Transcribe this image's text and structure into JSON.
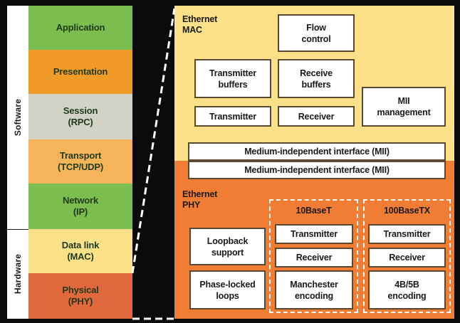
{
  "side_labels": {
    "software": "Software",
    "hardware": "Hardware"
  },
  "layers": [
    {
      "line1": "Application",
      "line2": "",
      "color": "#7cbd4f"
    },
    {
      "line1": "Presentation",
      "line2": "",
      "color": "#f09a28"
    },
    {
      "line1": "Session",
      "line2": "(RPC)",
      "color": "#d2d2c6"
    },
    {
      "line1": "Transport",
      "line2": "(TCP/UDP)",
      "color": "#f6b45a"
    },
    {
      "line1": "Network",
      "line2": "(IP)",
      "color": "#7cbd4f"
    },
    {
      "line1": "Data link",
      "line2": "(MAC)",
      "color": "#fde189"
    },
    {
      "line1": "Physical",
      "line2": "(PHY)",
      "color": "#e0683d"
    }
  ],
  "mac": {
    "title1": "Ethernet",
    "title2": "MAC",
    "flow": [
      "Flow",
      "control"
    ],
    "tx_buffers": [
      "Transmitter",
      "buffers"
    ],
    "rx_buffers": [
      "Receive",
      "buffers"
    ],
    "transmitter": "Transmitter",
    "receiver": "Receiver",
    "mii_mgmt": [
      "MII",
      "management"
    ],
    "color": "#fde189"
  },
  "mii": {
    "upper": "Medium-independent interface (MII)",
    "lower": "Medium-independent interface (MII)"
  },
  "phy": {
    "title1": "Ethernet",
    "title2": "PHY",
    "loopback": [
      "Loopback",
      "support"
    ],
    "pll": [
      "Phase-locked",
      "loops"
    ],
    "color": "#f17d35",
    "t10": {
      "label": "10BaseT",
      "transmitter": "Transmitter",
      "receiver": "Receiver",
      "encoding": [
        "Manchester",
        "encoding"
      ]
    },
    "t100": {
      "label": "100BaseTX",
      "transmitter": "Transmitter",
      "receiver": "Receiver",
      "encoding": [
        "4B/5B",
        "encoding"
      ]
    }
  },
  "colors": {
    "background": "#0b0b0b",
    "box_border": "#5a4830",
    "text_dark": "#1a1a1a",
    "text_layer": "#1f3a1a"
  }
}
